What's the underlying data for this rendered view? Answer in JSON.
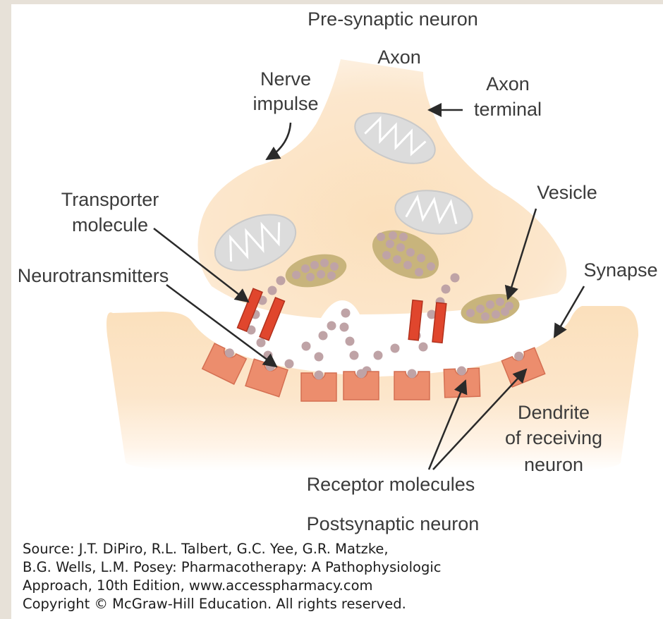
{
  "labels": {
    "presynaptic": "Pre-synaptic neuron",
    "axon": "Axon",
    "nerve_impulse": [
      "Nerve",
      "impulse"
    ],
    "axon_terminal": [
      "Axon",
      "terminal"
    ],
    "transporter": [
      "Transporter",
      "molecule"
    ],
    "vesicle": "Vesicle",
    "neurotransmitters": "Neurotransmitters",
    "synapse": "Synapse",
    "dendrite": [
      "Dendrite",
      "of receiving",
      "neuron"
    ],
    "receptor": "Receptor molecules",
    "postsynaptic": "Postsynaptic neuron"
  },
  "source_lines": [
    "Source: J.T. DiPiro, R.L. Talbert, G.C. Yee, G.R. Matzke,",
    "B.G. Wells, L.M. Posey: Pharmacotherapy: A Pathophysiologic",
    "Approach, 10th Edition, www.accesspharmacy.com",
    "Copyright © McGraw-Hill Education. All rights reserved."
  ],
  "colors": {
    "neuron_fill": "#fbe3c4",
    "mitochondria": "#d9d9d9",
    "vesicle_fill": "#c9b47e",
    "neurotransmitter": "#bfa3a6",
    "transporter": "#e0462d",
    "receptor": "#ec8d6d",
    "arrow": "#2a2a2a"
  }
}
